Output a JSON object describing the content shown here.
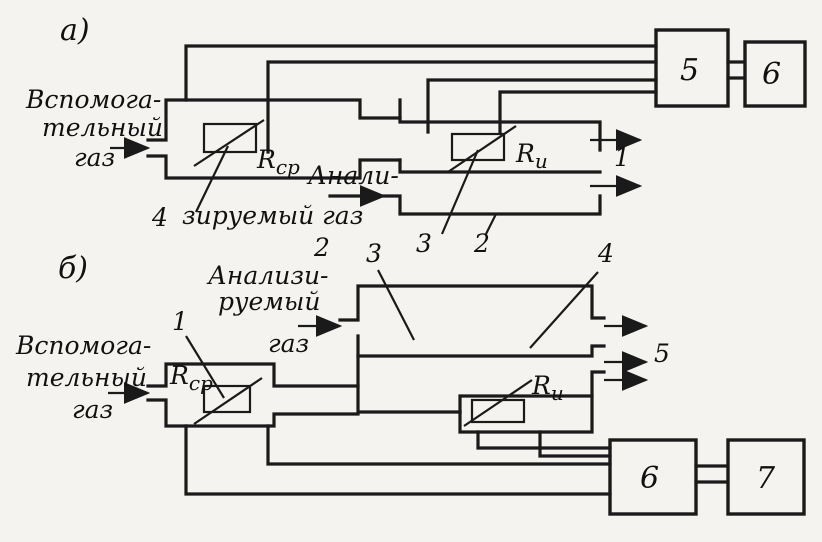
{
  "part_a": {
    "tag": "а)",
    "inlet_aux_gas": [
      "Вспомога-",
      "тельный",
      "газ"
    ],
    "inlet_analyzed_gas_1": "Анали-",
    "inlet_analyzed_gas_2": "зируемый газ",
    "r_ref": "R",
    "r_ref_sub": "ср",
    "r_meas": "R",
    "r_meas_sub": "и",
    "block_5": "5",
    "block_6": "6",
    "num_1": "1",
    "num_2": "2",
    "num_3": "3",
    "num_4": "4"
  },
  "part_b": {
    "tag": "б)",
    "inlet_analyzed_gas": [
      "Анализи-",
      "руемый",
      "газ"
    ],
    "inlet_aux_gas": [
      "Вспомога-",
      "тельный",
      "газ"
    ],
    "r_ref": "R",
    "r_ref_sub": "ср",
    "r_meas": "R",
    "r_meas_sub": "и",
    "block_6": "6",
    "block_7": "7",
    "num_1": "1",
    "num_2": "2",
    "num_3": "3",
    "num_4": "4",
    "num_5": "5"
  }
}
